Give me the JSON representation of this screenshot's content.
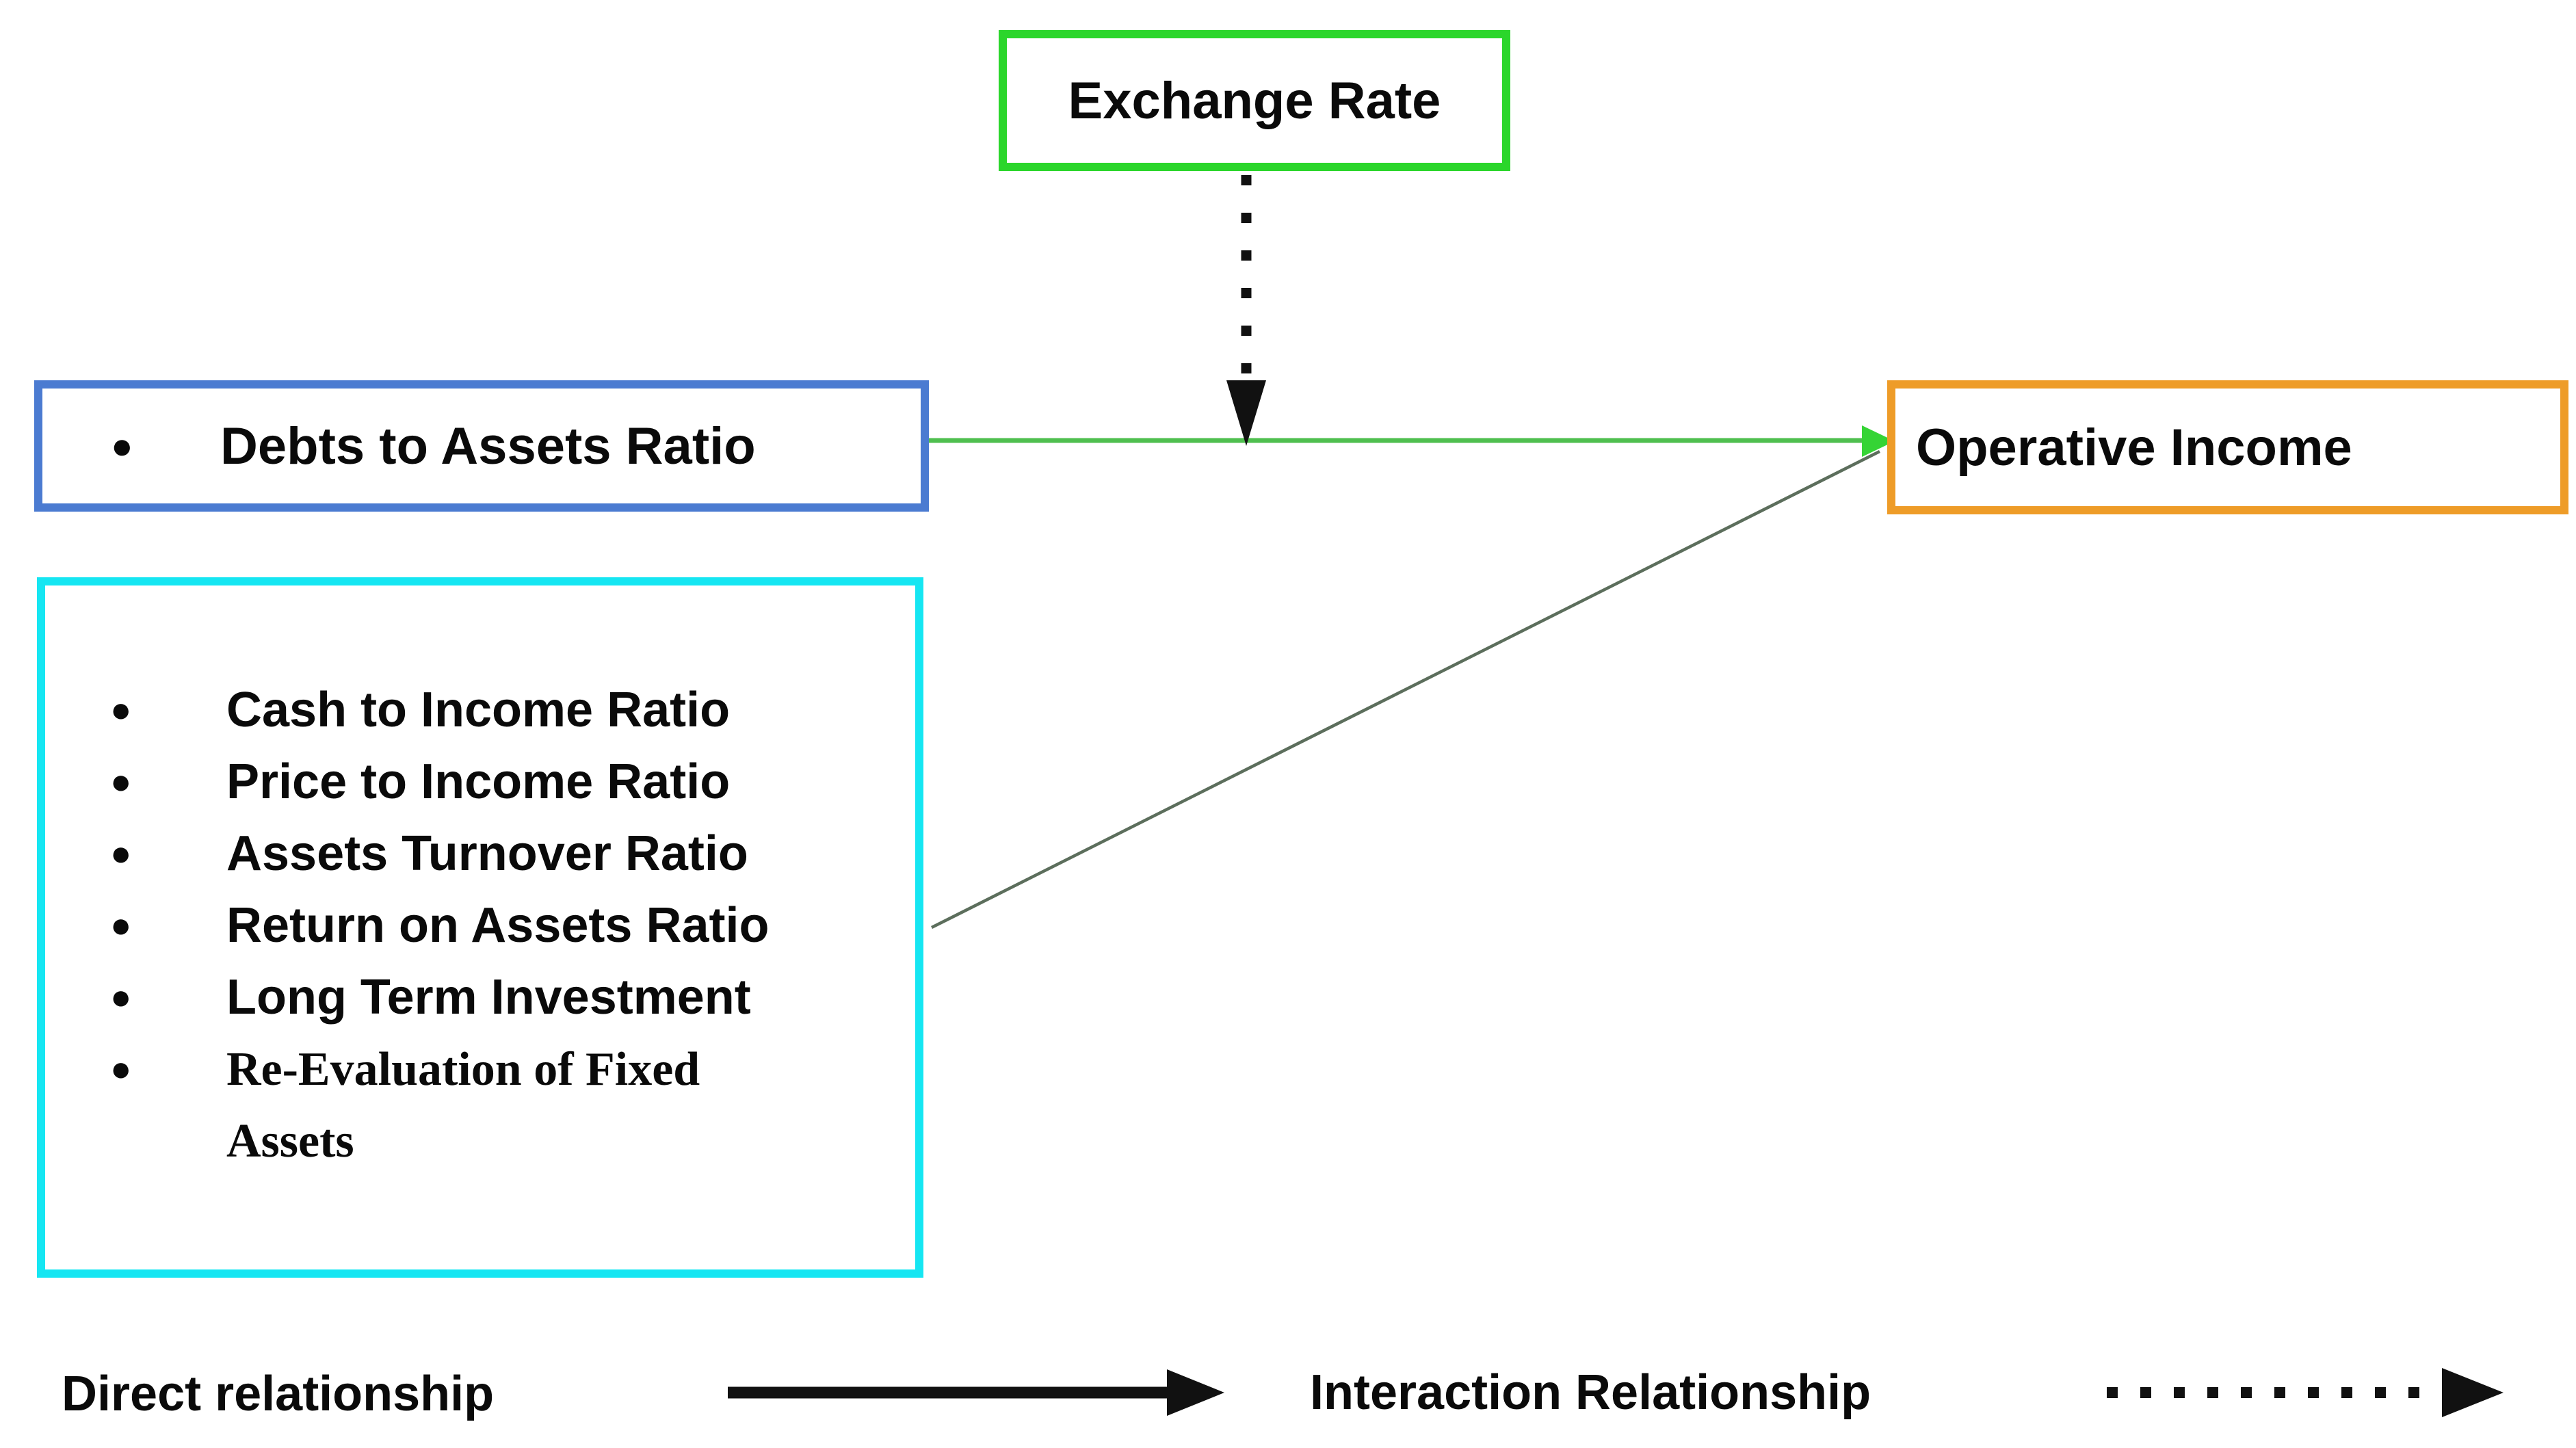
{
  "nodes": {
    "exchange_rate": {
      "label": "Exchange Rate",
      "border_color": "#2bd62b"
    },
    "debts_to_assets": {
      "bullet": "●",
      "label": "Debts to Assets Ratio",
      "border_color": "#4b7bd1"
    },
    "ratio_list": {
      "border_color": "#15e6f2",
      "bullet": "●",
      "items": [
        "Cash to Income Ratio",
        "Price to Income Ratio",
        "Assets Turnover Ratio",
        "Return on Assets Ratio",
        "Long Term Investment",
        "Re-Evaluation of Fixed Assets"
      ]
    },
    "operative_income": {
      "label": "Operative Income",
      "border_color": "#ee9c28"
    }
  },
  "edges": {
    "debts_to_operative": {
      "type": "direct",
      "color": "#4fbf4f"
    },
    "ratios_to_operative": {
      "type": "direct",
      "color": "#5c6e5c"
    },
    "exchange_to_edge": {
      "type": "interaction",
      "color": "#111111"
    },
    "arrowhead_green": "#35d435"
  },
  "legend": {
    "direct_label": "Direct relationship",
    "interaction_label": "Interaction Relationship"
  }
}
